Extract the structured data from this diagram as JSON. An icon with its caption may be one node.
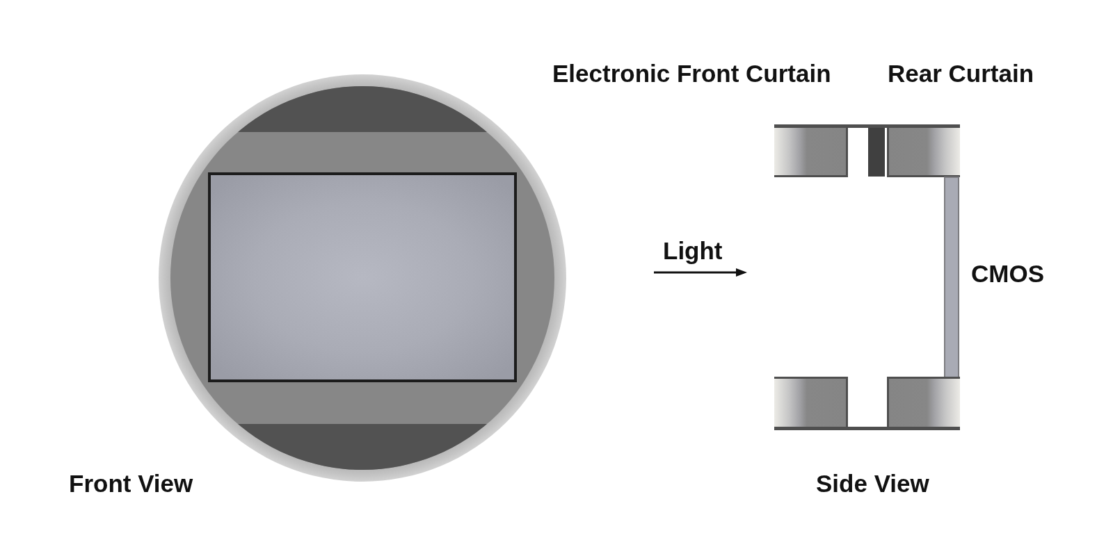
{
  "diagram": {
    "labels": [
      "Electronic Front Curtain",
      "Rear Curtain",
      "Light",
      "CMOS",
      "Front View",
      "Side View"
    ]
  }
}
